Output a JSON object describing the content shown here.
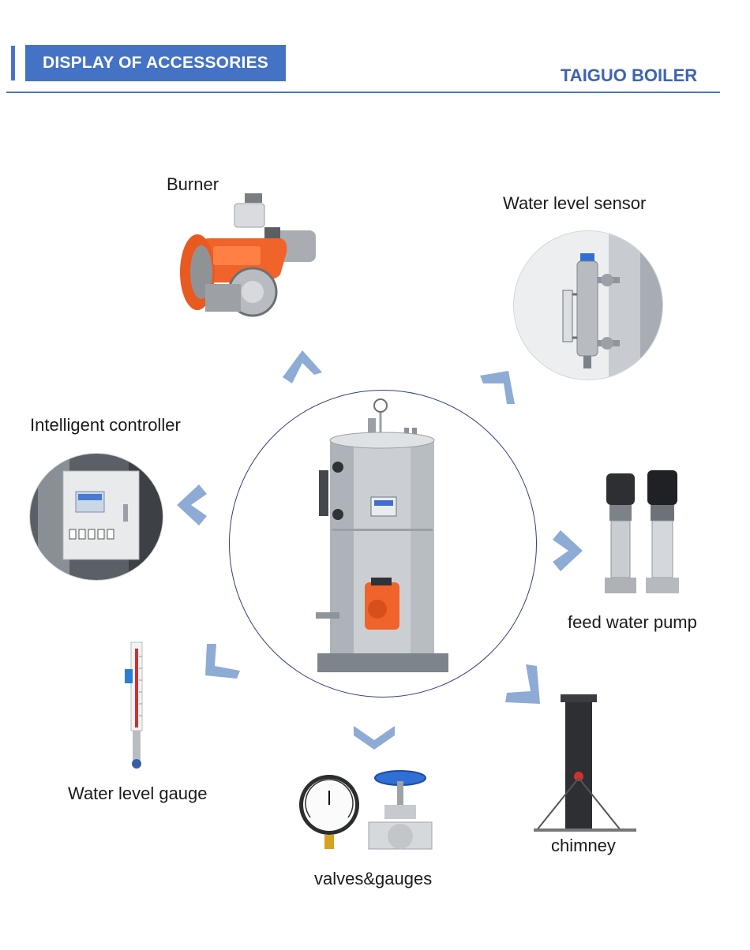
{
  "header": {
    "title": "DISPLAY OF ACCESSORIES",
    "brand": "TAIGUO BOILER"
  },
  "accessories": {
    "burner": "Burner",
    "water_level_sensor": "Water level sensor",
    "intelligent_controller": "Intelligent controller",
    "feed_water_pump": "feed water pump",
    "water_level_gauge": "Water level gauge",
    "chimney": "chimney",
    "valves_gauges": "valves&gauges"
  },
  "colors": {
    "accent": "#4472c4",
    "arrow": "#8eabd6",
    "burner_orange": "#f0632a",
    "circle_border": "#2f3e86"
  }
}
